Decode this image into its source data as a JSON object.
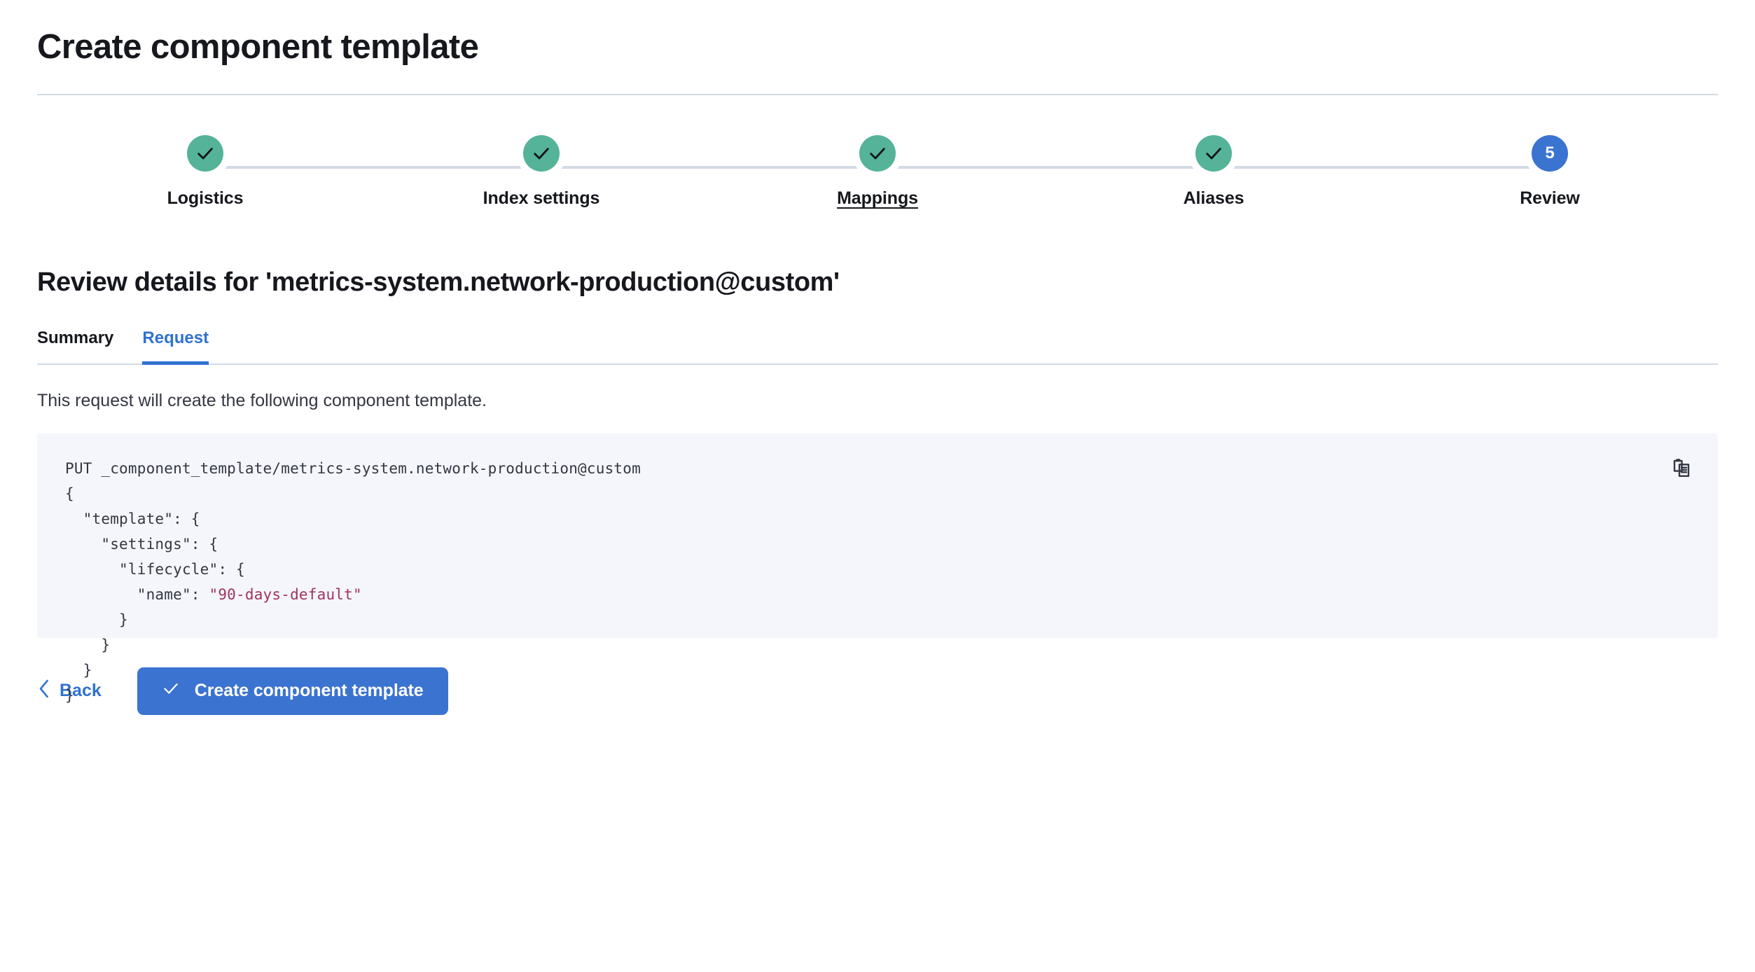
{
  "header": {
    "title": "Create component template"
  },
  "stepper": {
    "steps": [
      {
        "label": "Logistics",
        "state": "complete",
        "icon": "check-icon",
        "number": "1"
      },
      {
        "label": "Index settings",
        "state": "complete",
        "icon": "check-icon",
        "number": "2"
      },
      {
        "label": "Mappings",
        "state": "complete",
        "icon": "check-icon",
        "number": "3",
        "hovered": true
      },
      {
        "label": "Aliases",
        "state": "complete",
        "icon": "check-icon",
        "number": "4"
      },
      {
        "label": "Review",
        "state": "current",
        "icon": "step-number",
        "number": "5"
      }
    ]
  },
  "review": {
    "section_title": "Review details for 'metrics-system.network-production@custom'",
    "tabs": [
      {
        "label": "Summary",
        "active": false
      },
      {
        "label": "Request",
        "active": true
      }
    ],
    "description": "This request will create the following component template.",
    "code": {
      "copy_icon": "copy-clipboard-icon",
      "line1": "PUT _component_template/metrics-system.network-production@custom",
      "line2": "{",
      "line3": "  \"template\": {",
      "line4": "    \"settings\": {",
      "line5": "      \"lifecycle\": {",
      "line6_key": "        \"name\": ",
      "line6_value": "\"90-days-default\"",
      "line7": "      }",
      "line8": "    }",
      "line9": "  }",
      "line10": "}"
    }
  },
  "actions": {
    "back_label": "Back",
    "back_icon": "chevron-left-icon",
    "submit_label": "Create component template",
    "submit_icon": "check-icon"
  },
  "colors": {
    "accent_blue": "#3b73d0",
    "link_blue": "#2f72d0",
    "complete_teal": "#54b399",
    "divider": "#d3dae6",
    "code_bg": "#f4f6fb",
    "code_string": "#a03360"
  }
}
